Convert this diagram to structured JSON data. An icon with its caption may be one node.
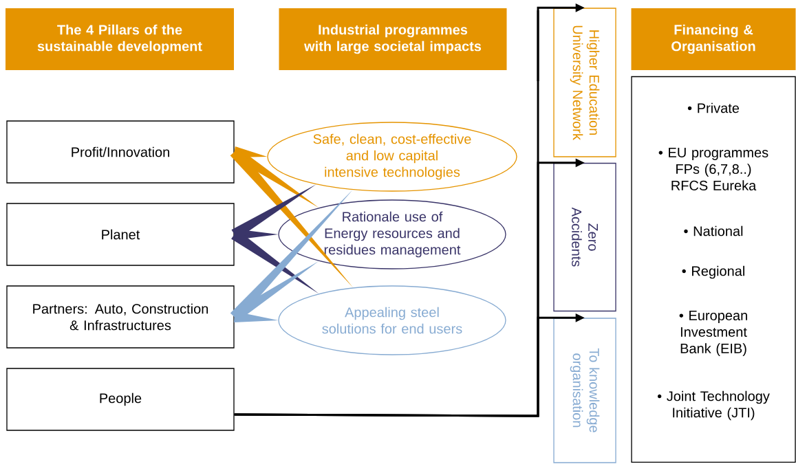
{
  "diagram": {
    "nodes": [
      {
        "text": [
          "The 4 Pillars of the sustainable development"
        ]
      },
      {
        "text": [
          "Industrial programmes with large societal impacts"
        ]
      },
      {
        "text": [
          "Financing & Organisation"
        ]
      },
      {
        "text": [
          "Profit/Innovation"
        ]
      },
      {
        "text": [
          "Planet"
        ]
      },
      {
        "text": [
          "Partners: Auto, Construction & Infrastructures"
        ]
      },
      {
        "text": [
          "People"
        ]
      },
      {
        "text": [
          "Safe, clean, cost-effective and low capital intensive technologies"
        ]
      },
      {
        "text": [
          "Rationale use of Energy resources and residues management"
        ]
      },
      {
        "text": [
          "Appealing steel solutions for end users"
        ]
      },
      {
        "text": [
          "Higher Education University Network"
        ]
      },
      {
        "text": [
          "Zero Accidents"
        ]
      },
      {
        "text": [
          "To knowledge organisation"
        ]
      },
      {
        "text": [
          "• Private",
          "• EU programmes FPs (6,7,8..) RFCS Eureka",
          "• National",
          "• Regional",
          "• European Investment Bank (EIB)",
          "• Joint Technology Initiative (JTI)"
        ]
      }
    ],
    "edges": [
      {
        "from": 7,
        "to": 3,
        "arrow": "none",
        "color": "#e59400"
      },
      {
        "from": 8,
        "to": 3,
        "arrow": "none",
        "color": "#e59400"
      },
      {
        "from": 9,
        "to": 3,
        "arrow": "none",
        "color": "#e59400"
      },
      {
        "from": 7,
        "to": 4,
        "arrow": "none",
        "color": "#3a3569"
      },
      {
        "from": 8,
        "to": 4,
        "arrow": "none",
        "color": "#3a3569"
      },
      {
        "from": 9,
        "to": 4,
        "arrow": "none",
        "color": "#3a3569"
      },
      {
        "from": 7,
        "to": 5,
        "arrow": "none",
        "color": "#87abd2"
      },
      {
        "from": 8,
        "to": 5,
        "arrow": "none",
        "color": "#87abd2"
      },
      {
        "from": 9,
        "to": 5,
        "arrow": "none",
        "color": "#87abd2"
      },
      {
        "from": 6,
        "to": 10,
        "arrow": "to",
        "color": "#000000"
      },
      {
        "from": 6,
        "to": 11,
        "arrow": "to",
        "color": "#000000"
      },
      {
        "from": 6,
        "to": 12,
        "arrow": "to",
        "color": "#000000"
      }
    ]
  }
}
